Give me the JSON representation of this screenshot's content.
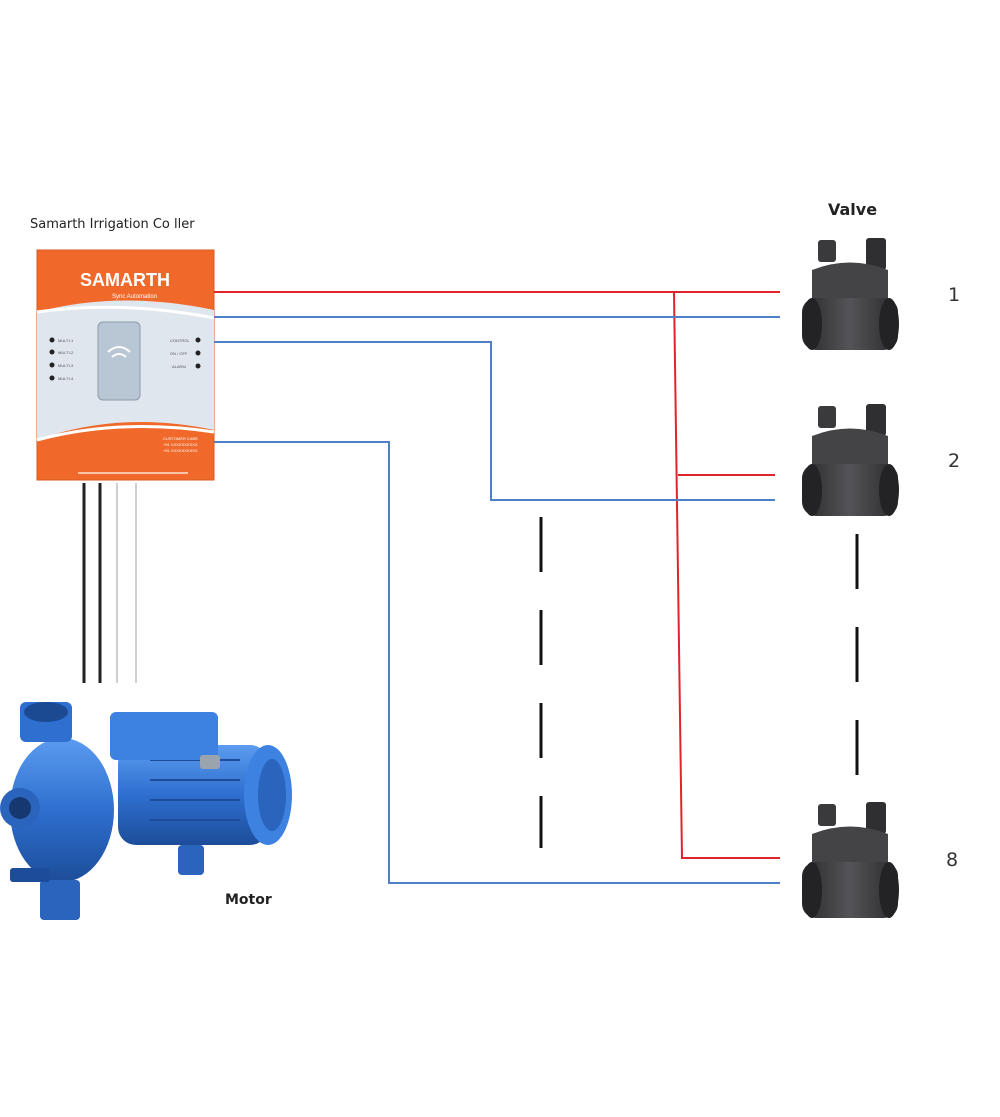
{
  "labels": {
    "controller": "Samarth Irrigation Co   ller",
    "valve": "Valve",
    "motor": "Motor"
  },
  "controller_panel": {
    "brand": "SAMARTH",
    "tagline": "Sync Automation",
    "led_labels_left": [
      "MULTI-1",
      "MULTI-2",
      "MULTI-3",
      "MULTI-4"
    ],
    "led_labels_right": [
      "CONTROL",
      "ON / OFF",
      "ALARM"
    ],
    "footer_lines": [
      "CUSTOMER CARE",
      "+91 XXXXXXXXXX",
      "+91 XXXXXXXXXX"
    ]
  },
  "valves": [
    {
      "number": "1"
    },
    {
      "number": "2"
    },
    {
      "number": "8"
    }
  ],
  "colors": {
    "power_wire": "#e0242b",
    "signal_wire": "#4f7fc4",
    "motor_wire": "#222222",
    "controller_orange": "#f0692a",
    "motor_blue": "#2e6fcf",
    "valve_body": "#3a3a3c"
  }
}
